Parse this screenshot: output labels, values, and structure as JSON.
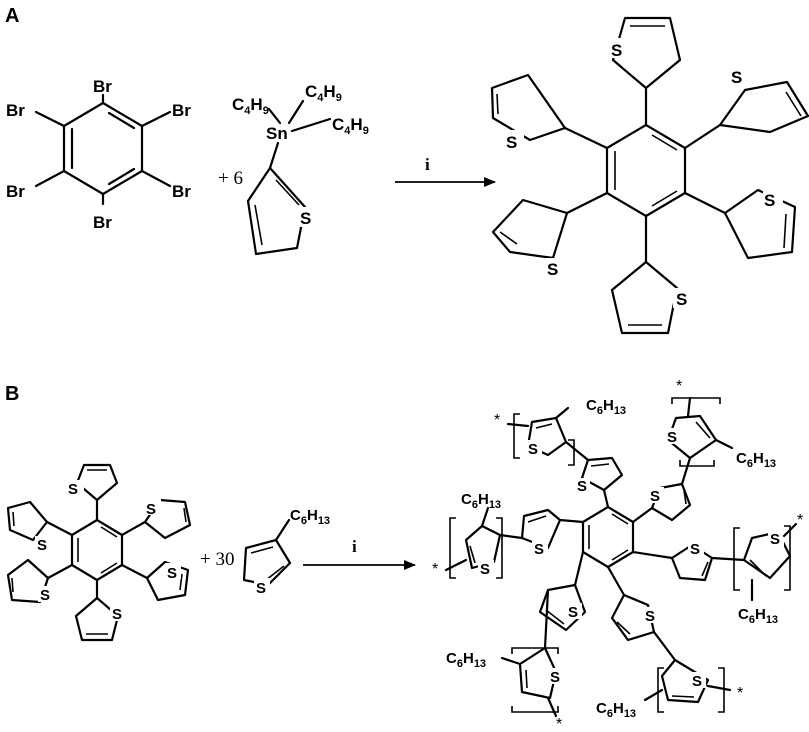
{
  "panels": {
    "a": "A",
    "b": "B"
  },
  "scheme_a": {
    "reactant_atoms": [
      "Br",
      "Br",
      "Br",
      "Br",
      "Br",
      "Br"
    ],
    "coefficient": "+ 6",
    "tin_label": "Sn",
    "butyl_group": "C4H9",
    "sulfur": "S",
    "reagent": "i"
  },
  "scheme_b": {
    "coefficient": "+ 30",
    "hexyl_group": "C6H13",
    "sulfur": "S",
    "reagent": "i",
    "end_group": "*"
  }
}
